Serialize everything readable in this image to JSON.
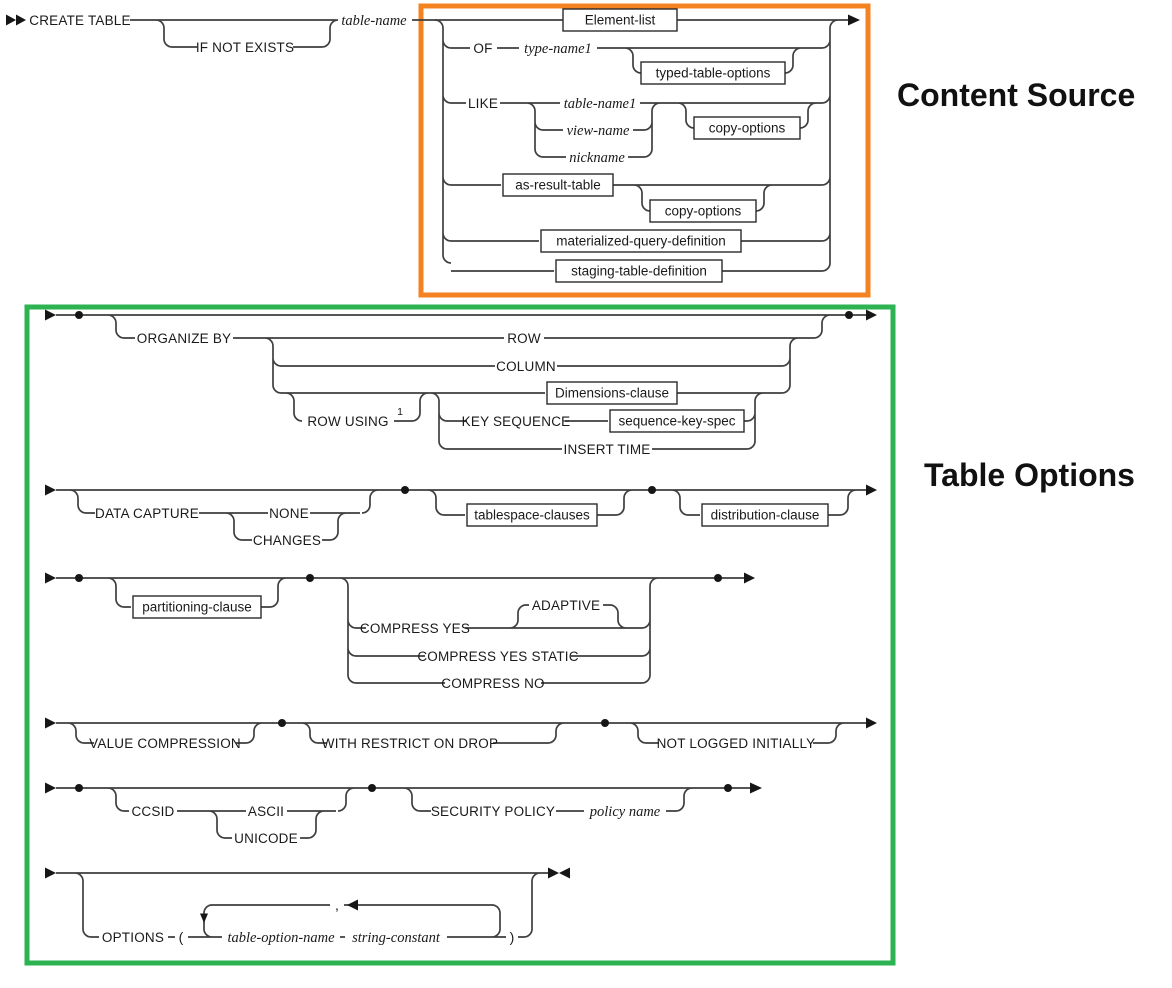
{
  "labels": {
    "content_source": "Content Source",
    "table_options": "Table Options"
  },
  "start": {
    "create_table": "CREATE TABLE",
    "if_not_exists": "IF NOT EXISTS",
    "table_name": "table-name"
  },
  "cs": {
    "element_list": "Element-list",
    "of": "OF",
    "type_name1": "type-name1",
    "typed_table_options": "typed-table-options",
    "like": "LIKE",
    "table_name1": "table-name1",
    "view_name": "view-name",
    "nickname": "nickname",
    "copy_options": "copy-options",
    "as_result_table": "as-result-table",
    "materialized_query_definition": "materialized-query-definition",
    "staging_table_definition": "staging-table-definition"
  },
  "to": {
    "organize_by": "ORGANIZE BY",
    "row": "ROW",
    "column": "COLUMN",
    "dimensions_clause": "Dimensions-clause",
    "row_using": "ROW USING",
    "footnote": "1",
    "key_sequence": "KEY SEQUENCE",
    "sequence_key_spec": "sequence-key-spec",
    "insert_time": "INSERT TIME",
    "data_capture": "DATA CAPTURE",
    "none": "NONE",
    "changes": "CHANGES",
    "tablespace_clauses": "tablespace-clauses",
    "distribution_clause": "distribution-clause",
    "partitioning_clause": "partitioning-clause",
    "compress_yes": "COMPRESS YES",
    "adaptive": "ADAPTIVE",
    "compress_yes_static": "COMPRESS YES STATIC",
    "compress_no": "COMPRESS NO",
    "value_compression": "VALUE COMPRESSION",
    "with_restrict_on_drop": "WITH RESTRICT ON DROP",
    "not_logged_initially": "NOT LOGGED INITIALLY",
    "ccsid": "CCSID",
    "ascii": "ASCII",
    "unicode": "UNICODE",
    "security_policy": "SECURITY POLICY",
    "policy_name": "policy name",
    "options": "OPTIONS",
    "open_paren": "(",
    "close_paren": ")",
    "comma": ",",
    "table_option_name": "table-option-name",
    "string_constant": "string-constant"
  },
  "colors": {
    "content_source_border": "#F58220",
    "table_options_border": "#2EB353",
    "line": "#3f3f3f"
  }
}
